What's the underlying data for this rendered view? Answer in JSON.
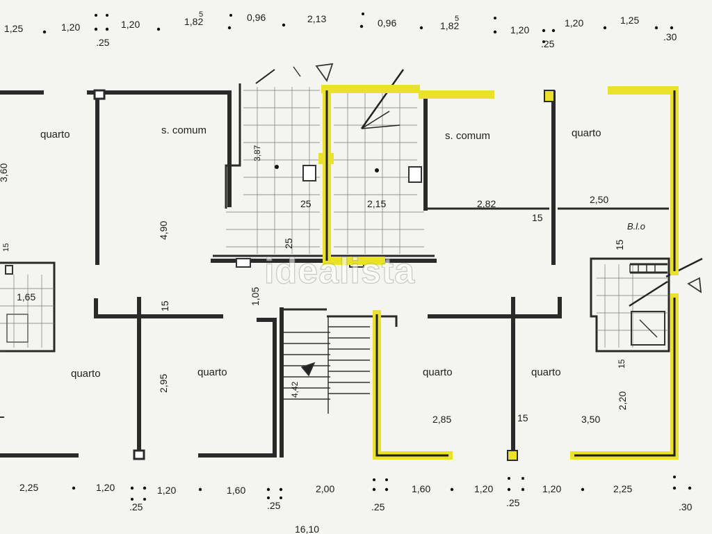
{
  "top_dimensions": [
    "1,25",
    "1,20",
    ".25",
    "1,20",
    "1,82",
    "5",
    "0,96",
    "2,13",
    "0,96",
    "1,82",
    "5",
    "1,20",
    ".25",
    "1,20",
    "1,25",
    ".30"
  ],
  "bottom_dimensions": [
    "2,25",
    "1,20",
    ".25",
    "1,20",
    "1,60",
    ".25",
    "2,00",
    ".25",
    "1,60",
    "1,20",
    ".25",
    "1,20",
    "2,25",
    ".30"
  ],
  "total_width": "16,10",
  "rooms": {
    "quarto": "quarto",
    "s_comum": "s. comum"
  },
  "inner_dimensions": {
    "d_360": "3,60",
    "d_490": "4,90",
    "d_387": "3,87",
    "d_25a": "25",
    "d_25b": "25",
    "d_215": "2,15",
    "d_282": "2,82",
    "d_250": "2,50",
    "d_15a": "15",
    "d_15b": "15",
    "d_15c": "15",
    "d_15d": "15",
    "d_15e": "15",
    "d_105": "1,05",
    "d_165": "1,65",
    "d_295": "2,95",
    "d_442": "4,42",
    "d_285": "2,85",
    "d_350": "3,50",
    "d_220": "2,20",
    "d_15l": "15"
  },
  "annotation": "B.l.o",
  "watermark": "idealista",
  "highlight_color": "#e9e12c"
}
